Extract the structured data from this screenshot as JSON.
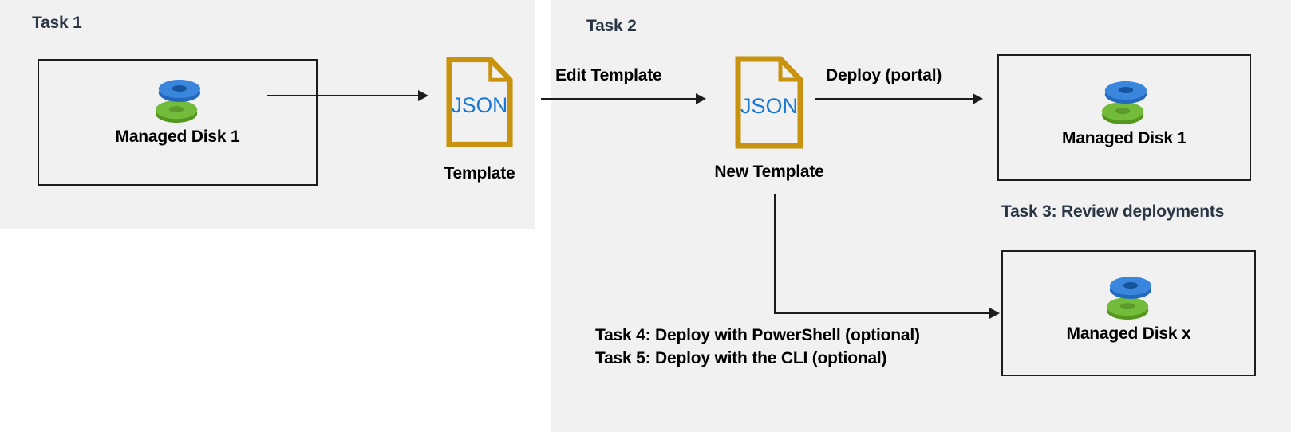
{
  "diagram": {
    "task1": {
      "title": "Task 1",
      "source_disk_label": "Managed Disk 1",
      "file_text": "JSON",
      "file_caption": "Template"
    },
    "task2": {
      "title": "Task 2",
      "edit_arrow_label": "Edit Template",
      "file_text": "JSON",
      "file_caption": "New Template",
      "deploy_arrow_label": "Deploy (portal)",
      "deployed_disk_label": "Managed Disk 1",
      "disk_x_label": "Managed Disk x"
    },
    "captions": {
      "task3": "Task 3: Review deployments",
      "task4": "Task 4: Deploy with PowerShell (optional)",
      "task5": "Task 5: Deploy with the CLI (optional)"
    },
    "colors": {
      "panel_bg": "#F1F1F1",
      "heading_slate": "#2B3645",
      "file_border_gold": "#C8940F",
      "json_blue": "#1878D4",
      "disk_blue_top": "#3B86DD",
      "disk_blue_side": "#2268BD",
      "disk_blue_hole": "#16549E",
      "disk_green_top": "#73BC3B",
      "disk_green_side": "#55961E",
      "disk_green_hole": "#5D9A2D",
      "arrow": "#1C1C1C"
    }
  }
}
